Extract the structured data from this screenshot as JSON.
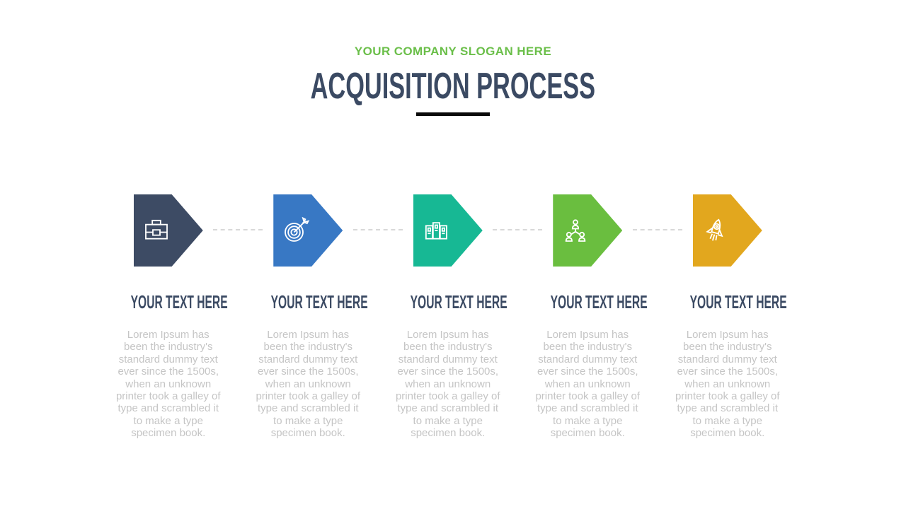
{
  "header": {
    "slogan": "YOUR COMPANY SLOGAN HERE",
    "title": "ACQUISITION PROCESS"
  },
  "colors": {
    "slogan_green": "#6bbf4a",
    "title_navy": "#3b4a63",
    "underline_black": "#0a0a0a",
    "body_gray": "#c5c5c5",
    "connector_gray": "#d8d8d8"
  },
  "steps": [
    {
      "icon": "briefcase-icon",
      "color": "#3d4b64",
      "label": "YOUR TEXT HERE",
      "body": "Lorem Ipsum has\nbeen the industry's\nstandard dummy text\never since the 1500s,\nwhen an unknown\nprinter took a galley of\ntype and scrambled it\nto make a type\nspecimen book."
    },
    {
      "icon": "target-icon",
      "color": "#3878c4",
      "label": "YOUR TEXT HERE",
      "body": "Lorem Ipsum has\nbeen the industry's\nstandard dummy text\never since the 1500s,\nwhen an unknown\nprinter took a galley of\ntype and scrambled it\nto make a type\nspecimen book."
    },
    {
      "icon": "binders-icon",
      "color": "#17b894",
      "label": "YOUR TEXT HERE",
      "body": "Lorem Ipsum has\nbeen the industry's\nstandard dummy text\never since the 1500s,\nwhen an unknown\nprinter took a galley of\ntype and scrambled it\nto make a type\nspecimen book."
    },
    {
      "icon": "org-chart-icon",
      "color": "#6abe3f",
      "label": "YOUR TEXT HERE",
      "body": "Lorem Ipsum has\nbeen the industry's\nstandard dummy text\never since the 1500s,\nwhen an unknown\nprinter took a galley of\ntype and scrambled it\nto make a type\nspecimen book."
    },
    {
      "icon": "rocket-icon",
      "color": "#e2a71e",
      "label": "YOUR TEXT HERE",
      "body": "Lorem Ipsum has\nbeen the industry's\nstandard dummy text\never since the 1500s,\nwhen an unknown\nprinter took a galley of\ntype and scrambled it\nto make a type\nspecimen book."
    }
  ]
}
